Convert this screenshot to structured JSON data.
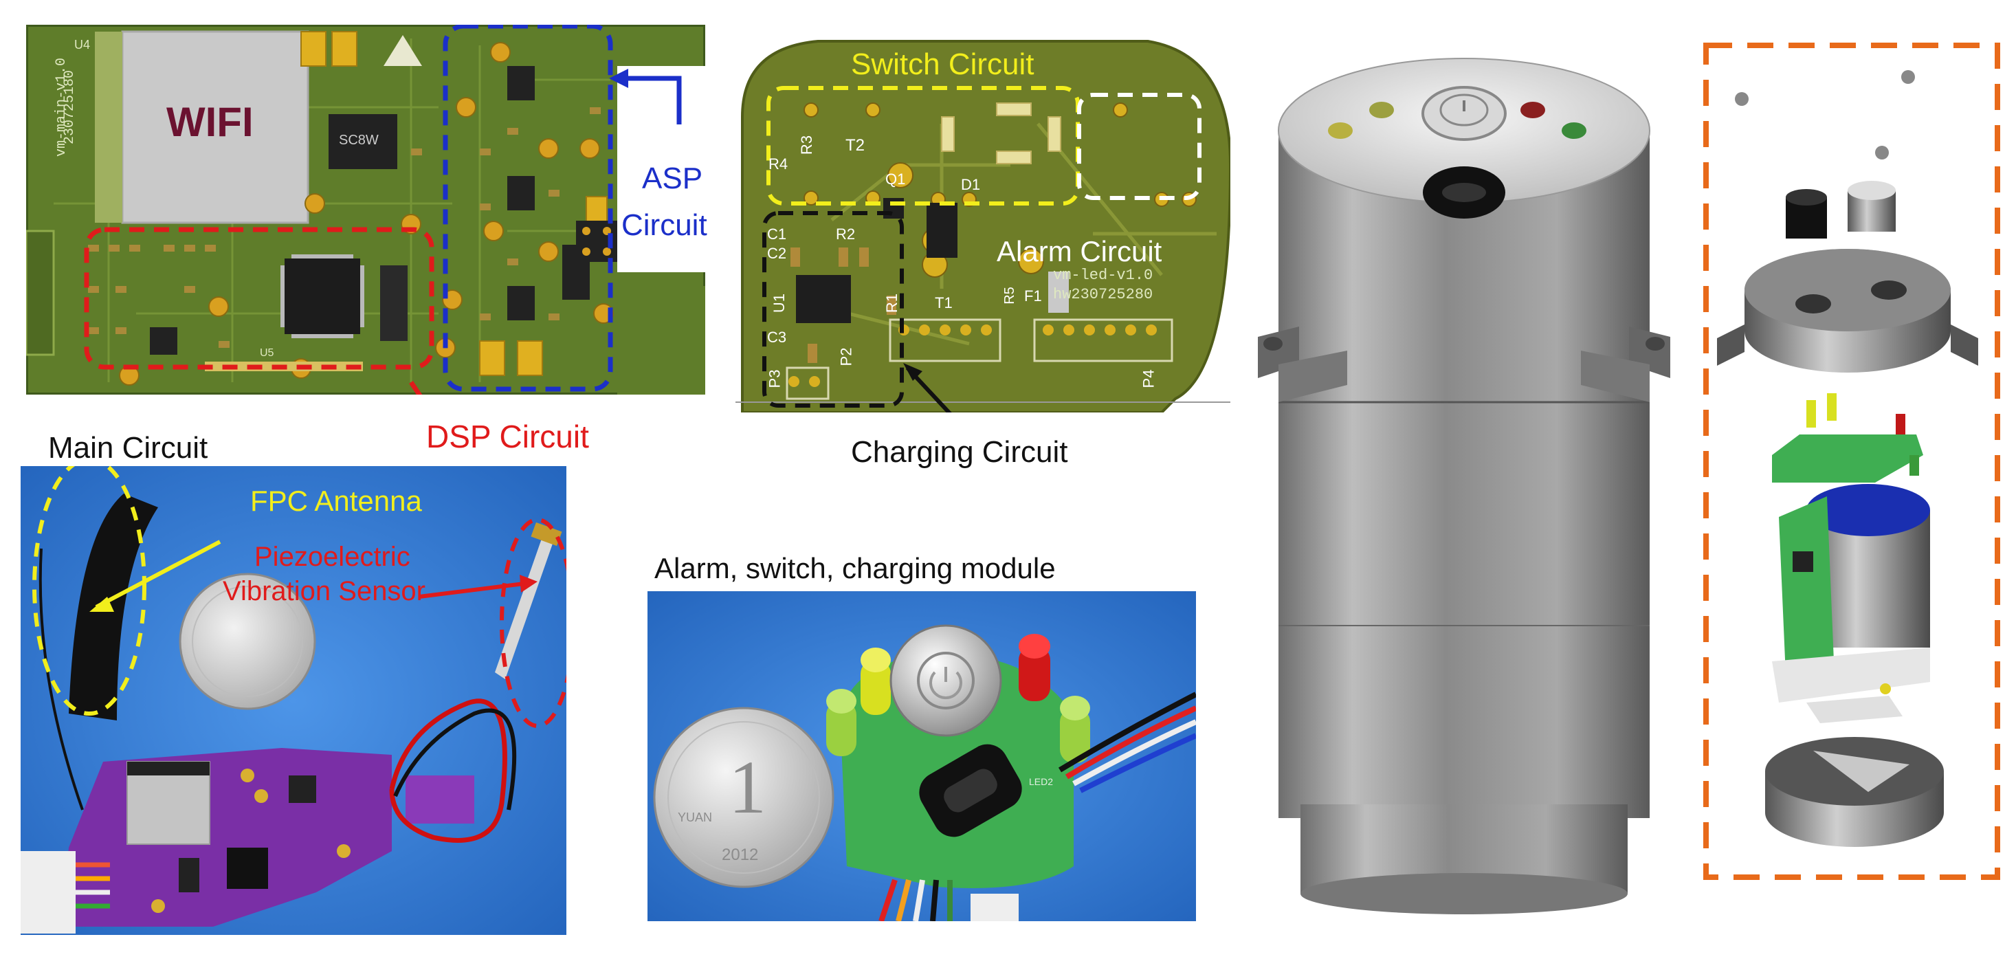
{
  "colors": {
    "pcb_green": "#5f7d2a",
    "pcb_dark": "#3f5a1c",
    "pcb_purple": "#7a2fa6",
    "photo_blue": "#2f7ad6",
    "dsp_red": "#e01b1b",
    "asp_blue": "#1b2fc9",
    "switch_yellow": "#f2ee1c",
    "alarm_white": "#ffffff",
    "charging_black": "#111111",
    "exploded_orange": "#e86a1a",
    "wifi_text": "#6b1230"
  },
  "main_pcb": {
    "wifi_label": "WIFI",
    "asp_label_line1": "ASP",
    "asp_label_line2": "Circuit",
    "dsp_label": "DSP Circuit",
    "silk_name": "vm-main-v1.0",
    "silk_date": "230725180",
    "silk_u4": "U4",
    "silk_sc8w": "SC8W",
    "silk_u5": "U5"
  },
  "led_pcb": {
    "switch_label": "Switch Circuit",
    "alarm_label": "Alarm Circuit",
    "charging_label": "Charging Circuit",
    "silk_name": "vm-led-v1.0",
    "silk_date": "hw230725280",
    "ref_r4": "R4",
    "ref_r3": "R3",
    "ref_t2": "T2",
    "ref_q1": "Q1",
    "ref_d1": "D1",
    "ref_c1": "C1",
    "ref_c2": "C2",
    "ref_r2": "R2",
    "ref_u1": "U1",
    "ref_c3": "C3",
    "ref_p3": "P3",
    "ref_p2": "P2",
    "ref_t1": "T1",
    "ref_f1": "F1",
    "ref_p4": "P4",
    "ref_r1": "R1",
    "ref_r5": "R5"
  },
  "main_photo": {
    "title": "Main Circuit",
    "antenna_label": "FPC Antenna",
    "sensor_label_line1": "Piezoelectric",
    "sensor_label_line2": "Vibration Sensor"
  },
  "module_photo": {
    "title": "Alarm, switch, charging module",
    "coin_numeral": "1",
    "coin_year": "2012",
    "coin_text": "YUAN",
    "led_label": "LED2"
  }
}
